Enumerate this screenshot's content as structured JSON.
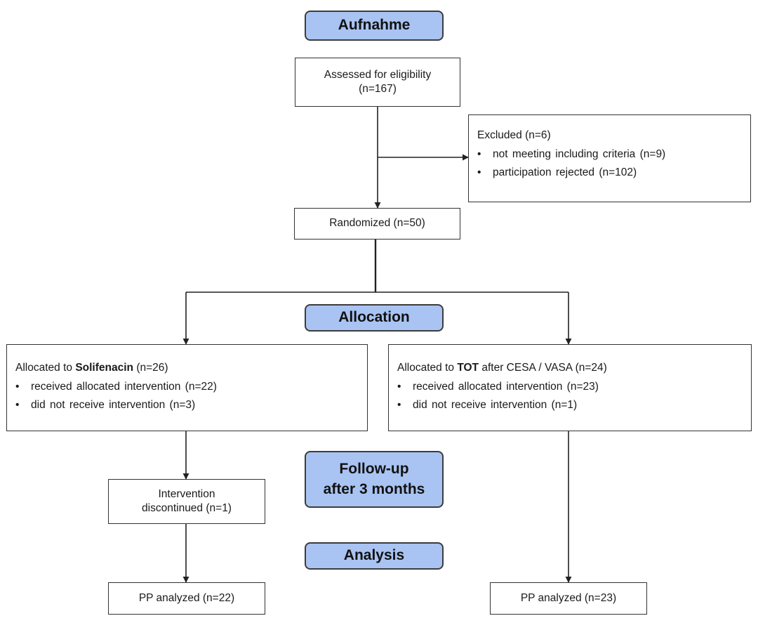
{
  "stages": {
    "enrollment": "Aufnahme",
    "allocation": "Allocation",
    "followup_line1": "Follow-up",
    "followup_line2": "after 3 months",
    "analysis": "Analysis"
  },
  "assessed": {
    "line1": "Assessed for eligibility",
    "line2": "(n=167)"
  },
  "excluded": {
    "title": "Excluded (n=6)",
    "items": [
      "not meeting including criteria (n=9)",
      "participation rejected (n=102)"
    ]
  },
  "randomized": "Randomized (n=50)",
  "arm_left": {
    "prefix": "Allocated to",
    "drug": "Solifenacin",
    "suffix": "(n=26)",
    "items": [
      "received allocated intervention (n=22)",
      "did not receive intervention (n=3)"
    ],
    "discontinued_line1": "Intervention",
    "discontinued_line2": "discontinued (n=1)",
    "analyzed": "PP analyzed (n=22)"
  },
  "arm_right": {
    "prefix": "Allocated to",
    "drug": "TOT",
    "suffix": "after CESA / VASA (n=24)",
    "items": [
      "received allocated intervention (n=23)",
      "did not receive intervention (n=1)"
    ],
    "analyzed": "PP analyzed (n=23)"
  },
  "bullet_glyph": "•"
}
